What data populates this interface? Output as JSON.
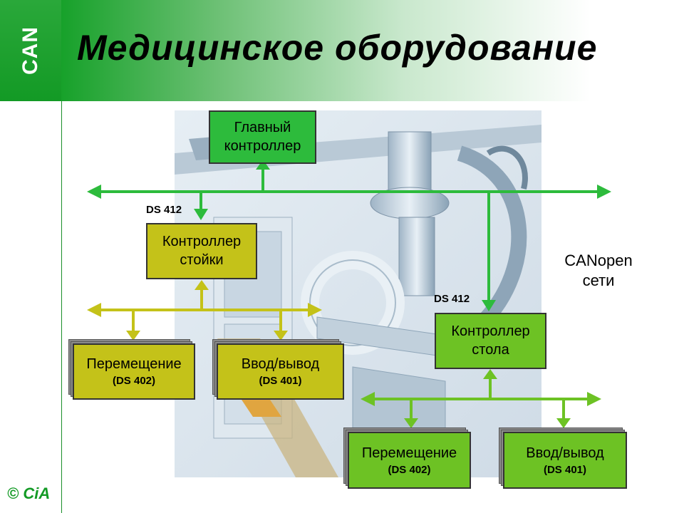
{
  "logo": "CAN",
  "title": "Медицинское оборудование",
  "copyright": "© CiA",
  "colors": {
    "green": "#2dbb3c",
    "olive": "#c4c219",
    "lime": "#6dc224",
    "accent": "#139a25"
  },
  "nodes": {
    "main": {
      "line1": "Главный",
      "line2": "контроллер"
    },
    "rack": {
      "line1": "Контроллер",
      "line2": "стойки"
    },
    "table": {
      "line1": "Контроллер",
      "line2": "стола"
    },
    "move_left": {
      "line1": "Перемещение",
      "line2": "(DS 402)"
    },
    "io_left": {
      "line1": "Ввод/вывод",
      "line2": "(DS 401)"
    },
    "move_right": {
      "line1": "Перемещение",
      "line2": "(DS 402)"
    },
    "io_right": {
      "line1": "Ввод/вывод",
      "line2": "(DS 401)"
    }
  },
  "labels": {
    "ds412_a": "DS 412",
    "ds412_b": "DS 412"
  },
  "network": {
    "line1": "CANopen",
    "line2": "сети"
  }
}
